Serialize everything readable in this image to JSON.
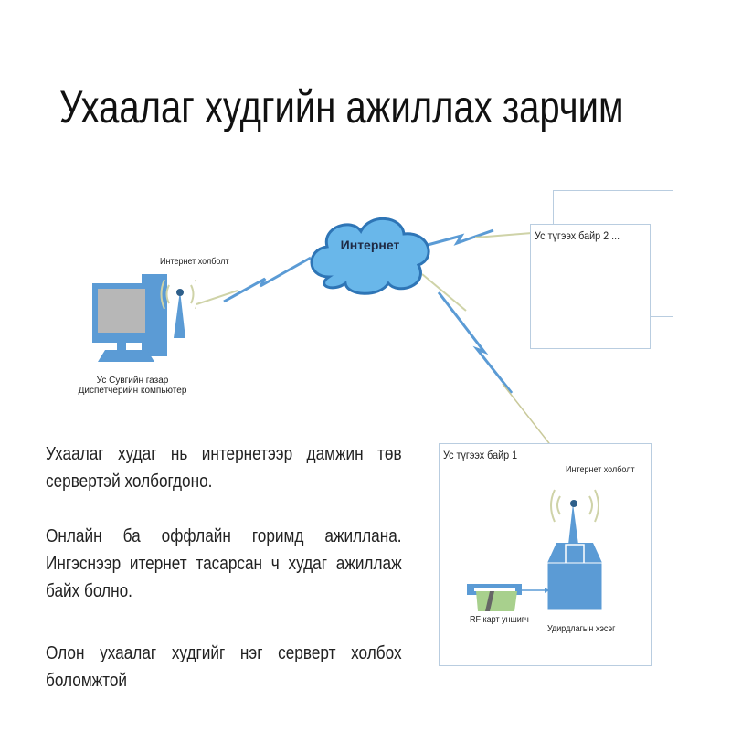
{
  "title": "Ухаалаг худгийн ажиллах зарчим",
  "diagram": {
    "cloud_label": "Интернет",
    "computer_antenna_label": "Интернет холболт",
    "computer_label_line1": "Ус Сувгийн газар",
    "computer_label_line2": "Диспетчерийн компьютер",
    "station2_label": "Ус түгээх байр 2 ...",
    "station1_label": "Ус түгээх байр 1",
    "station1_antenna_label": "Интернет холболт",
    "card_reader_label": "RF карт уншигч",
    "control_unit_label": "Удирдлагын хэсэг"
  },
  "paragraphs": [
    [
      "Ухаалаг худаг нь интернетээр дамжин төв",
      "сервертэй холбогдоно."
    ],
    [
      "Онлайн ба оффлайн горимд ажиллана.",
      "Ингэснээр итернет тасарсан ч худаг ажиллаж",
      "байх болно."
    ],
    [
      "Олон ухаалаг худгийг нэг серверт холбох",
      "боломжтой"
    ]
  ]
}
